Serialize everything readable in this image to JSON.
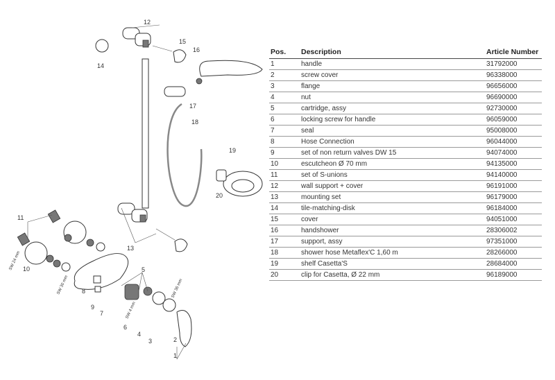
{
  "table": {
    "headers": {
      "pos": "Pos.",
      "description": "Description",
      "article": "Article Number"
    },
    "rows": [
      {
        "pos": "1",
        "description": "handle",
        "article": "31792000"
      },
      {
        "pos": "2",
        "description": "screw cover",
        "article": "96338000"
      },
      {
        "pos": "3",
        "description": "flange",
        "article": "96656000"
      },
      {
        "pos": "4",
        "description": "nut",
        "article": "96690000"
      },
      {
        "pos": "5",
        "description": "cartridge, assy",
        "article": "92730000"
      },
      {
        "pos": "6",
        "description": "locking screw for handle",
        "article": "96059000"
      },
      {
        "pos": "7",
        "description": "seal",
        "article": "95008000"
      },
      {
        "pos": "8",
        "description": "Hose Connection",
        "article": "96044000"
      },
      {
        "pos": "9",
        "description": "set of non return valves DW 15",
        "article": "94074000"
      },
      {
        "pos": "10",
        "description": "escutcheon Ø 70 mm",
        "article": "94135000"
      },
      {
        "pos": "11",
        "description": "set of S-unions",
        "article": "94140000"
      },
      {
        "pos": "12",
        "description": "wall support + cover",
        "article": "96191000"
      },
      {
        "pos": "13",
        "description": "mounting set",
        "article": "96179000"
      },
      {
        "pos": "14",
        "description": "tile-matching-disk",
        "article": "96184000"
      },
      {
        "pos": "15",
        "description": "cover",
        "article": "94051000"
      },
      {
        "pos": "16",
        "description": "handshower",
        "article": "28306002"
      },
      {
        "pos": "17",
        "description": "support, assy",
        "article": "97351000"
      },
      {
        "pos": "18",
        "description": "shower hose Metaflex'C 1,60 m",
        "article": "28266000"
      },
      {
        "pos": "19",
        "description": "shelf Casetta'S",
        "article": "28684000"
      },
      {
        "pos": "20",
        "description": "clip for Casetta, Ø 22 mm",
        "article": "96189000"
      }
    ]
  },
  "diagram": {
    "callouts": [
      "1",
      "2",
      "3",
      "4",
      "5",
      "6",
      "7",
      "8",
      "9",
      "10",
      "11",
      "12",
      "13",
      "14",
      "15",
      "16",
      "17",
      "18",
      "19",
      "20"
    ],
    "wrench_labels": [
      "SW 24 mm",
      "SW 30 mm",
      "SW 4 mm",
      "SW 36 mm"
    ]
  }
}
